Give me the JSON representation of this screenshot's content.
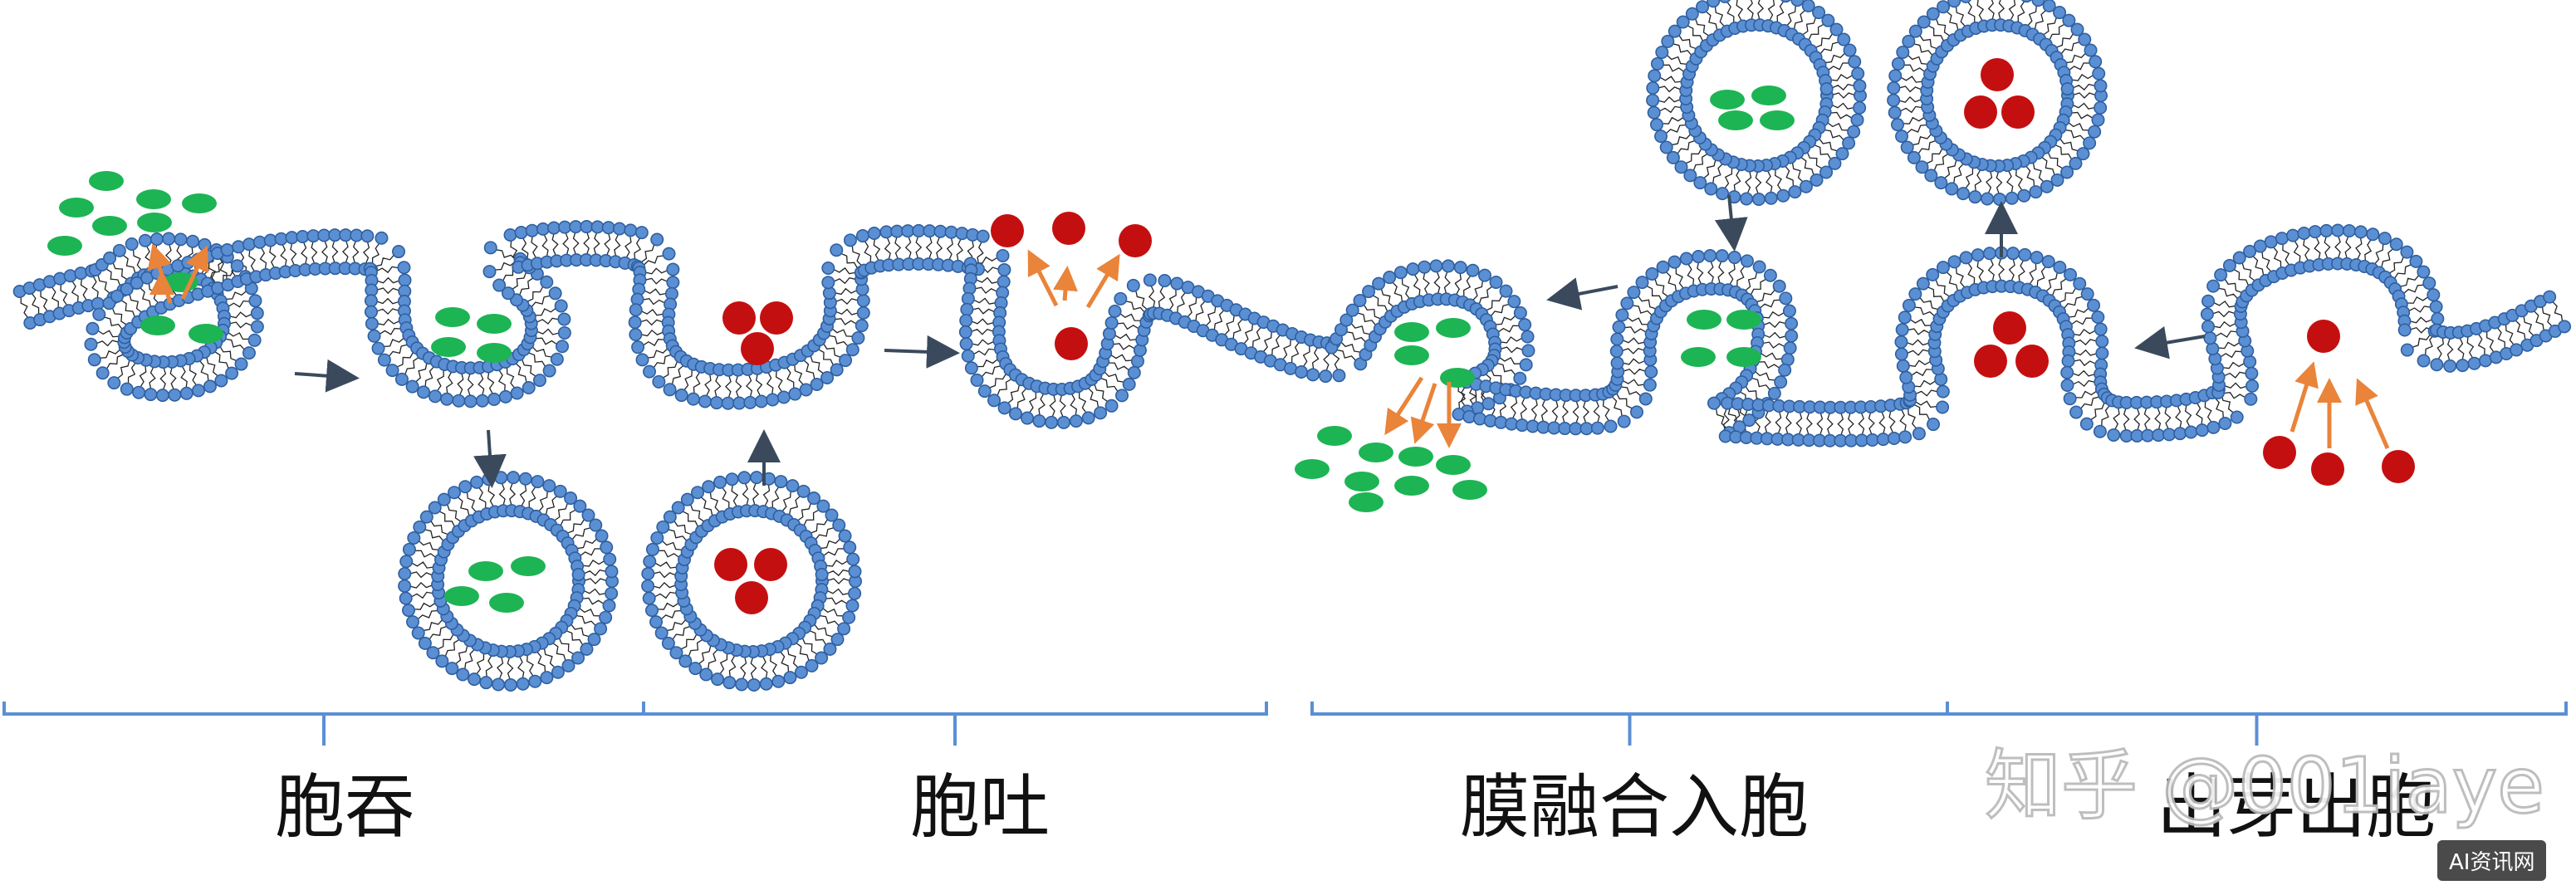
{
  "diagram": {
    "stages": [
      {
        "id": "phagocytosis",
        "label": "胞吞"
      },
      {
        "id": "exocytosis",
        "label": "胞吐"
      },
      {
        "id": "membrane-fusion-entry",
        "label": "膜融合入胞"
      },
      {
        "id": "budding-exit",
        "label": "出芽出胞"
      }
    ],
    "colors": {
      "lipid_head": "#5b8fd4",
      "lipid_head_edge": "#2f5f9e",
      "green_cargo": "#1db454",
      "red_cargo": "#c40f10",
      "arrow_dark": "#3a4a5c",
      "arrow_orange": "#e9843a",
      "bracket": "#5b8fd4"
    }
  },
  "watermark": {
    "text": "知乎 @001iaye",
    "badge": "AI资讯网"
  }
}
